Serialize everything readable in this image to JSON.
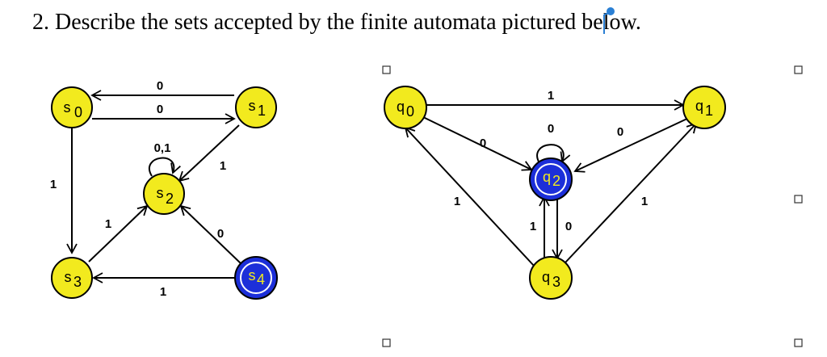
{
  "question": {
    "text": "2. Describe the sets accepted by the finite automata pictured below."
  },
  "colors": {
    "state_fill": "#f2ea1e",
    "accept_fill": "#1c2fd9",
    "accept_ring": "#ffffff",
    "edge": "#000000"
  },
  "automaton_left": {
    "states": [
      {
        "id": "s0",
        "name": "s",
        "sub": "0",
        "accepting": false
      },
      {
        "id": "s1",
        "name": "s",
        "sub": "1",
        "accepting": false
      },
      {
        "id": "s2",
        "name": "s",
        "sub": "2",
        "accepting": false
      },
      {
        "id": "s3",
        "name": "s",
        "sub": "3",
        "accepting": false
      },
      {
        "id": "s4",
        "name": "s",
        "sub": "4",
        "accepting": true
      }
    ],
    "transitions": [
      {
        "from": "s1",
        "to": "s0",
        "label": "0"
      },
      {
        "from": "s0",
        "to": "s1",
        "label": "0"
      },
      {
        "from": "s0",
        "to": "s3",
        "label": "1"
      },
      {
        "from": "s1",
        "to": "s2",
        "label": "1"
      },
      {
        "from": "s2",
        "to": "s2",
        "label": "0,1"
      },
      {
        "from": "s3",
        "to": "s2",
        "label": "1"
      },
      {
        "from": "s4",
        "to": "s2",
        "label": "0"
      },
      {
        "from": "s4",
        "to": "s3",
        "label": "1"
      }
    ]
  },
  "automaton_right": {
    "states": [
      {
        "id": "q0",
        "name": "q",
        "sub": "0",
        "accepting": false
      },
      {
        "id": "q1",
        "name": "q",
        "sub": "1",
        "accepting": false
      },
      {
        "id": "q2",
        "name": "q",
        "sub": "2",
        "accepting": true
      },
      {
        "id": "q3",
        "name": "q",
        "sub": "3",
        "accepting": false
      }
    ],
    "transitions": [
      {
        "from": "q0",
        "to": "q1",
        "label": "1"
      },
      {
        "from": "q0",
        "to": "q2",
        "label": "0"
      },
      {
        "from": "q1",
        "to": "q2",
        "label": "0"
      },
      {
        "from": "q2",
        "to": "q2",
        "label": "0"
      },
      {
        "from": "q3",
        "to": "q0",
        "label": "1"
      },
      {
        "from": "q3",
        "to": "q1",
        "label": "1"
      },
      {
        "from": "q3",
        "to": "q2",
        "label": "1"
      },
      {
        "from": "q2",
        "to": "q3",
        "label": "0"
      }
    ]
  }
}
